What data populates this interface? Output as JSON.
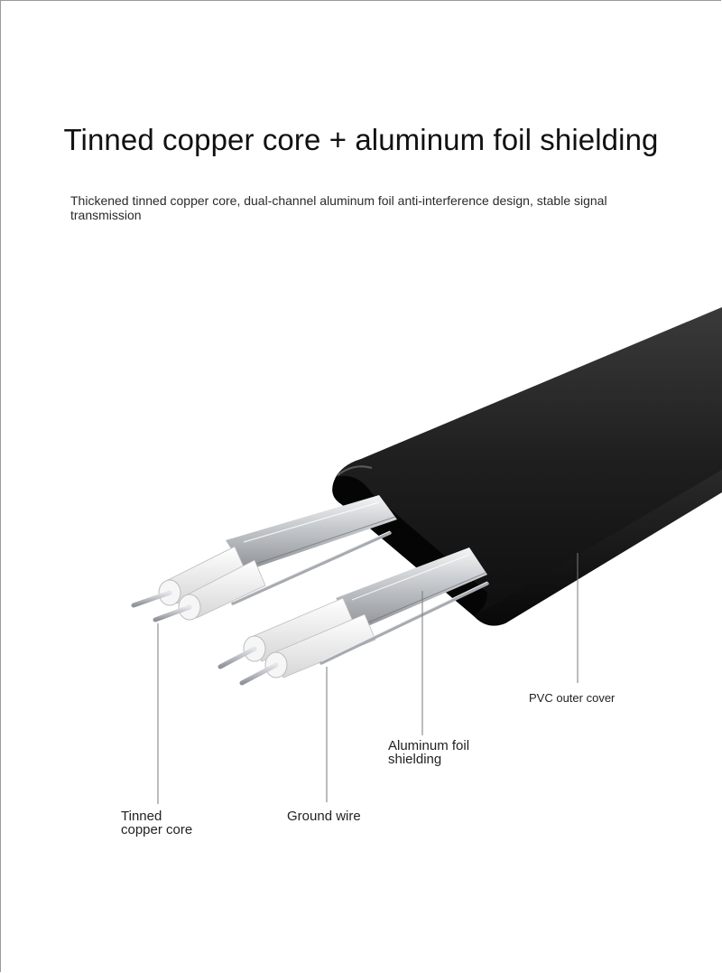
{
  "header": {
    "title": "Tinned copper core + aluminum foil shielding",
    "subtitle": "Thickened tinned copper core, dual-channel aluminum foil anti-interference design, stable signal transmission"
  },
  "callouts": {
    "tinned_copper_core": "Tinned\ncopper core",
    "ground_wire": "Ground wire",
    "aluminum_foil_shielding": "Aluminum foil\nshielding",
    "pvc_outer_cover": "PVC outer cover"
  },
  "colors": {
    "jacket": "#1b1b1b",
    "foil": "#c9ccd0",
    "insulation": "#f2f2f2",
    "conductor": "#b8bcc2",
    "leader_line": "#7a7a7a"
  }
}
